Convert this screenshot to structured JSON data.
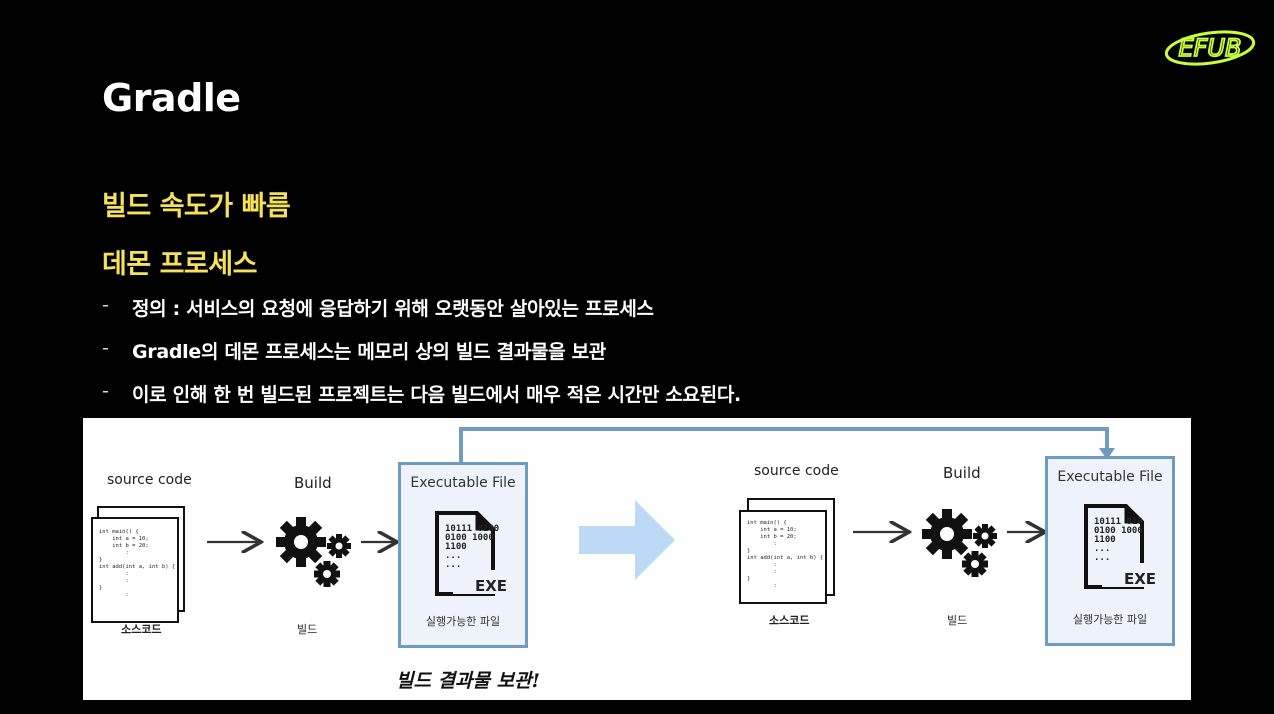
{
  "logo": {
    "text": "EFUB",
    "color": "#c8ff3c"
  },
  "slide": {
    "title": "Gradle",
    "subtitle1": "빌드 속도가 빠름",
    "subtitle2": "데몬 프로세스",
    "bullets": [
      {
        "dash": "-",
        "text": "정의 : 서비스의 요청에 응답하기 위해 오랫동안 살아있는 프로세스"
      },
      {
        "dash": "-",
        "text": "Gradle의 데몬 프로세스는 메모리 상의 빌드 결과물을 보관"
      },
      {
        "dash": "-",
        "text": "이로 인해 한 번 빌드된 프로젝트는 다음 빌드에서 매우 적은 시간만 소요된다."
      }
    ]
  },
  "diagram": {
    "left": {
      "source_label": "source code",
      "source_caption": "소스코드",
      "build_label": "Build",
      "build_caption": "빌드",
      "exe_title": "Executable File",
      "exe_caption": "실행가능한 파일",
      "exe_bits": [
        "10111 0100",
        "0100 1000",
        "1100",
        "...",
        "..."
      ],
      "exe_badge": "EXE",
      "code_lines": "int main() {\n    int a = 10;\n    int b = 20;\n        :\n}\nint add(int a, int b) {\n        :\n        :\n}\n        :"
    },
    "right": {
      "source_label": "source code",
      "source_caption": "소스코드",
      "build_label": "Build",
      "build_caption": "빌드",
      "exe_title": "Executable File",
      "exe_caption": "실행가능한 파일",
      "exe_bits": [
        "10111 010",
        "0100 1000",
        "1100",
        "...",
        "..."
      ],
      "exe_badge": "EXE",
      "code_lines": "int main() {\n    int a = 10;\n    int b = 20;\n        :\n}\nint add(int a, int b) {\n        :\n        :\n}\n        :"
    },
    "handwritten_note": "빌드 결과물 보관!",
    "colors": {
      "panel_border": "#6f9bbf",
      "big_arrow": "#bcdaf5"
    }
  }
}
